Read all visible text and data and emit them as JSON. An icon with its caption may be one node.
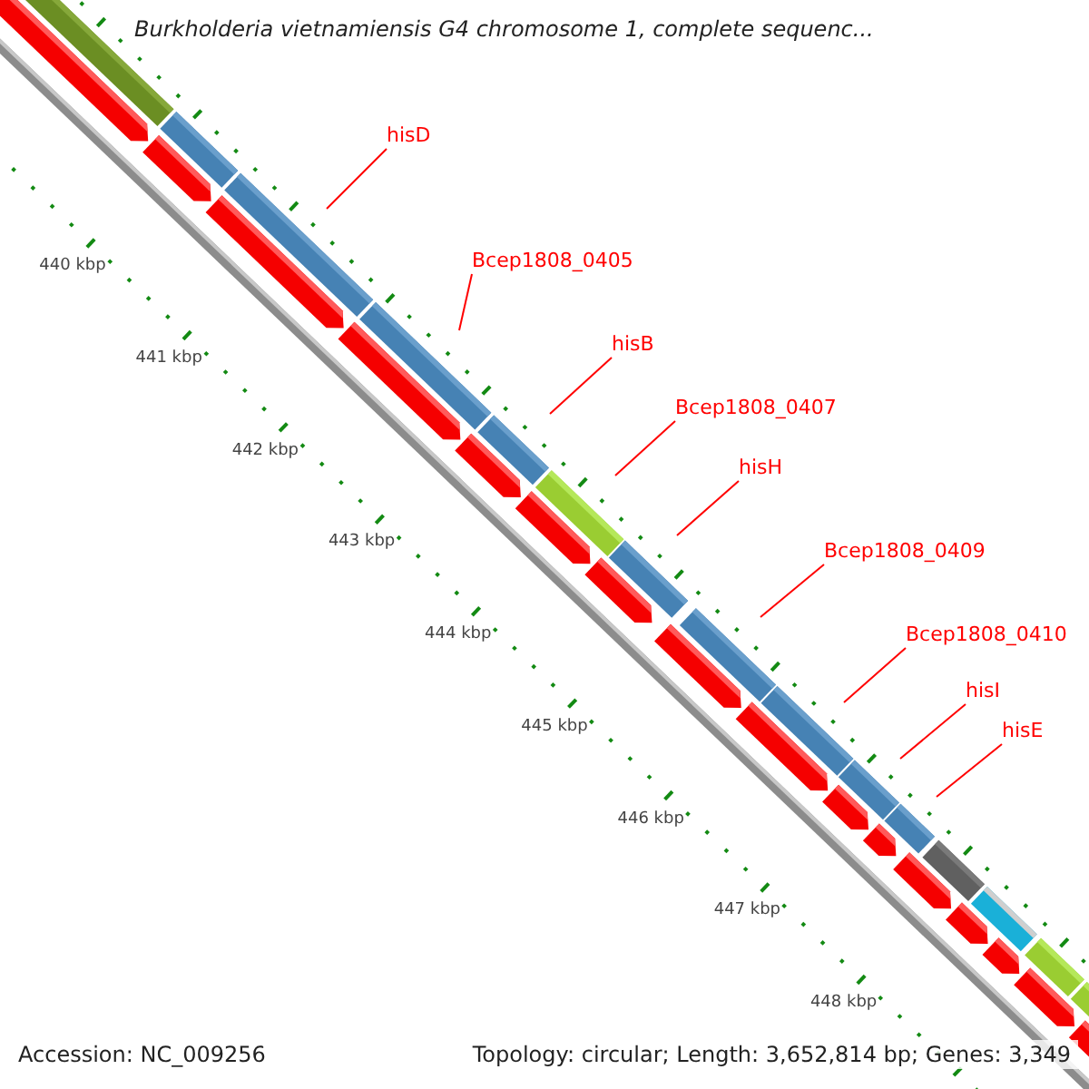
{
  "diagram": {
    "title": "Burkholderia vietnamiensis G4 chromosome 1, complete sequenc...",
    "nodes": [
      {
        "text": [
          "hisD"
        ]
      },
      {
        "text": [
          "Bcep1808_0405"
        ]
      },
      {
        "text": [
          "hisB"
        ]
      },
      {
        "text": [
          "Bcep1808_0407"
        ]
      },
      {
        "text": [
          "hisH"
        ]
      },
      {
        "text": [
          "Bcep1808_0409"
        ]
      },
      {
        "text": [
          "Bcep1808_0410"
        ]
      },
      {
        "text": [
          "hisI"
        ]
      },
      {
        "text": [
          "hisE"
        ]
      }
    ],
    "edges": [
      {
        "from": 0,
        "to": null,
        "arrow": "none"
      },
      {
        "from": 1,
        "to": null,
        "arrow": "none"
      },
      {
        "from": 2,
        "to": null,
        "arrow": "none"
      },
      {
        "from": 3,
        "to": null,
        "arrow": "none"
      },
      {
        "from": 4,
        "to": null,
        "arrow": "none"
      },
      {
        "from": 5,
        "to": null,
        "arrow": "none"
      },
      {
        "from": 6,
        "to": null,
        "arrow": "none"
      },
      {
        "from": 7,
        "to": null,
        "arrow": "none"
      },
      {
        "from": 8,
        "to": null,
        "arrow": "none"
      }
    ],
    "labels": [
      "440 kbp",
      "441 kbp",
      "442 kbp",
      "443 kbp",
      "444 kbp",
      "445 kbp",
      "446 kbp",
      "447 kbp",
      "448 kbp",
      "Accession: NC_009256",
      "Topology: circular; Length: 3,652,814 bp; Genes: 3,349"
    ]
  }
}
